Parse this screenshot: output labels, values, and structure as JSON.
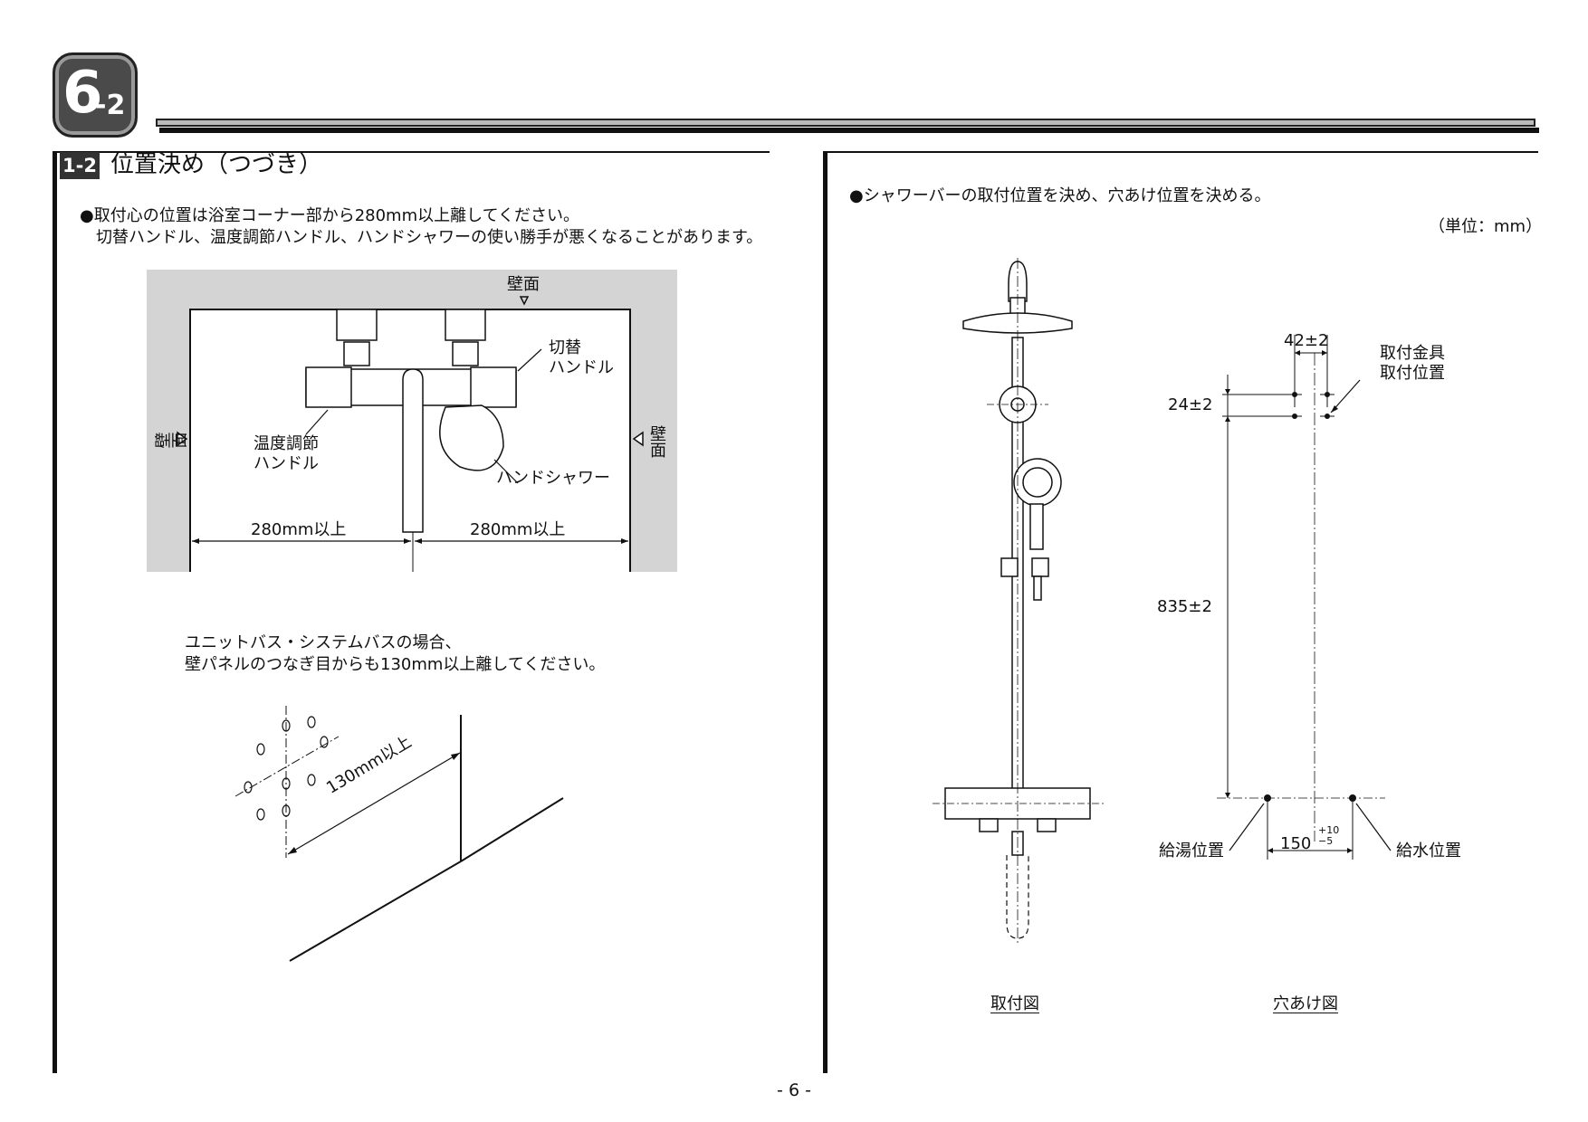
{
  "badge": {
    "number": "6",
    "sub": "-2"
  },
  "section": {
    "number": "1-2",
    "title": "位置決め（つづき）"
  },
  "left": {
    "note_line1": "●取付心の位置は浴室コーナー部から280mm以上離してください。",
    "note_line2": "　切替ハンドル、温度調節ハンドル、ハンドシャワーの使い勝手が悪くなることがあります。",
    "diagram1": {
      "wall_top": "壁面",
      "wall_left": "壁面",
      "wall_right": "壁面",
      "switch_handle_1": "切替",
      "switch_handle_2": "ハンドル",
      "temp_handle_1": "温度調節",
      "temp_handle_2": "ハンドル",
      "hand_shower": "ハンドシャワー",
      "dist_left": "280mm以上",
      "dist_right": "280mm以上"
    },
    "unit_note_line1": "ユニットバス・システムバスの場合、",
    "unit_note_line2": "壁パネルのつなぎ目からも130mm以上離してください。",
    "diagram2": {
      "dist": "130mm以上"
    }
  },
  "right": {
    "note": "●シャワーバーの取付位置を決め、穴あけ位置を決める。",
    "unit": "（単位：mm）",
    "dims": {
      "d42": "42±2",
      "d24": "24±2",
      "d835": "835±2",
      "d150": "150",
      "d150_plus": "+10",
      "d150_minus": "−5"
    },
    "labels": {
      "bracket_1": "取付金具",
      "bracket_2": "取付位置",
      "hot": "給湯位置",
      "cold": "給水位置"
    },
    "caption_install": "取付図",
    "caption_drill": "穴あけ図"
  },
  "page_number": "- 6 -"
}
